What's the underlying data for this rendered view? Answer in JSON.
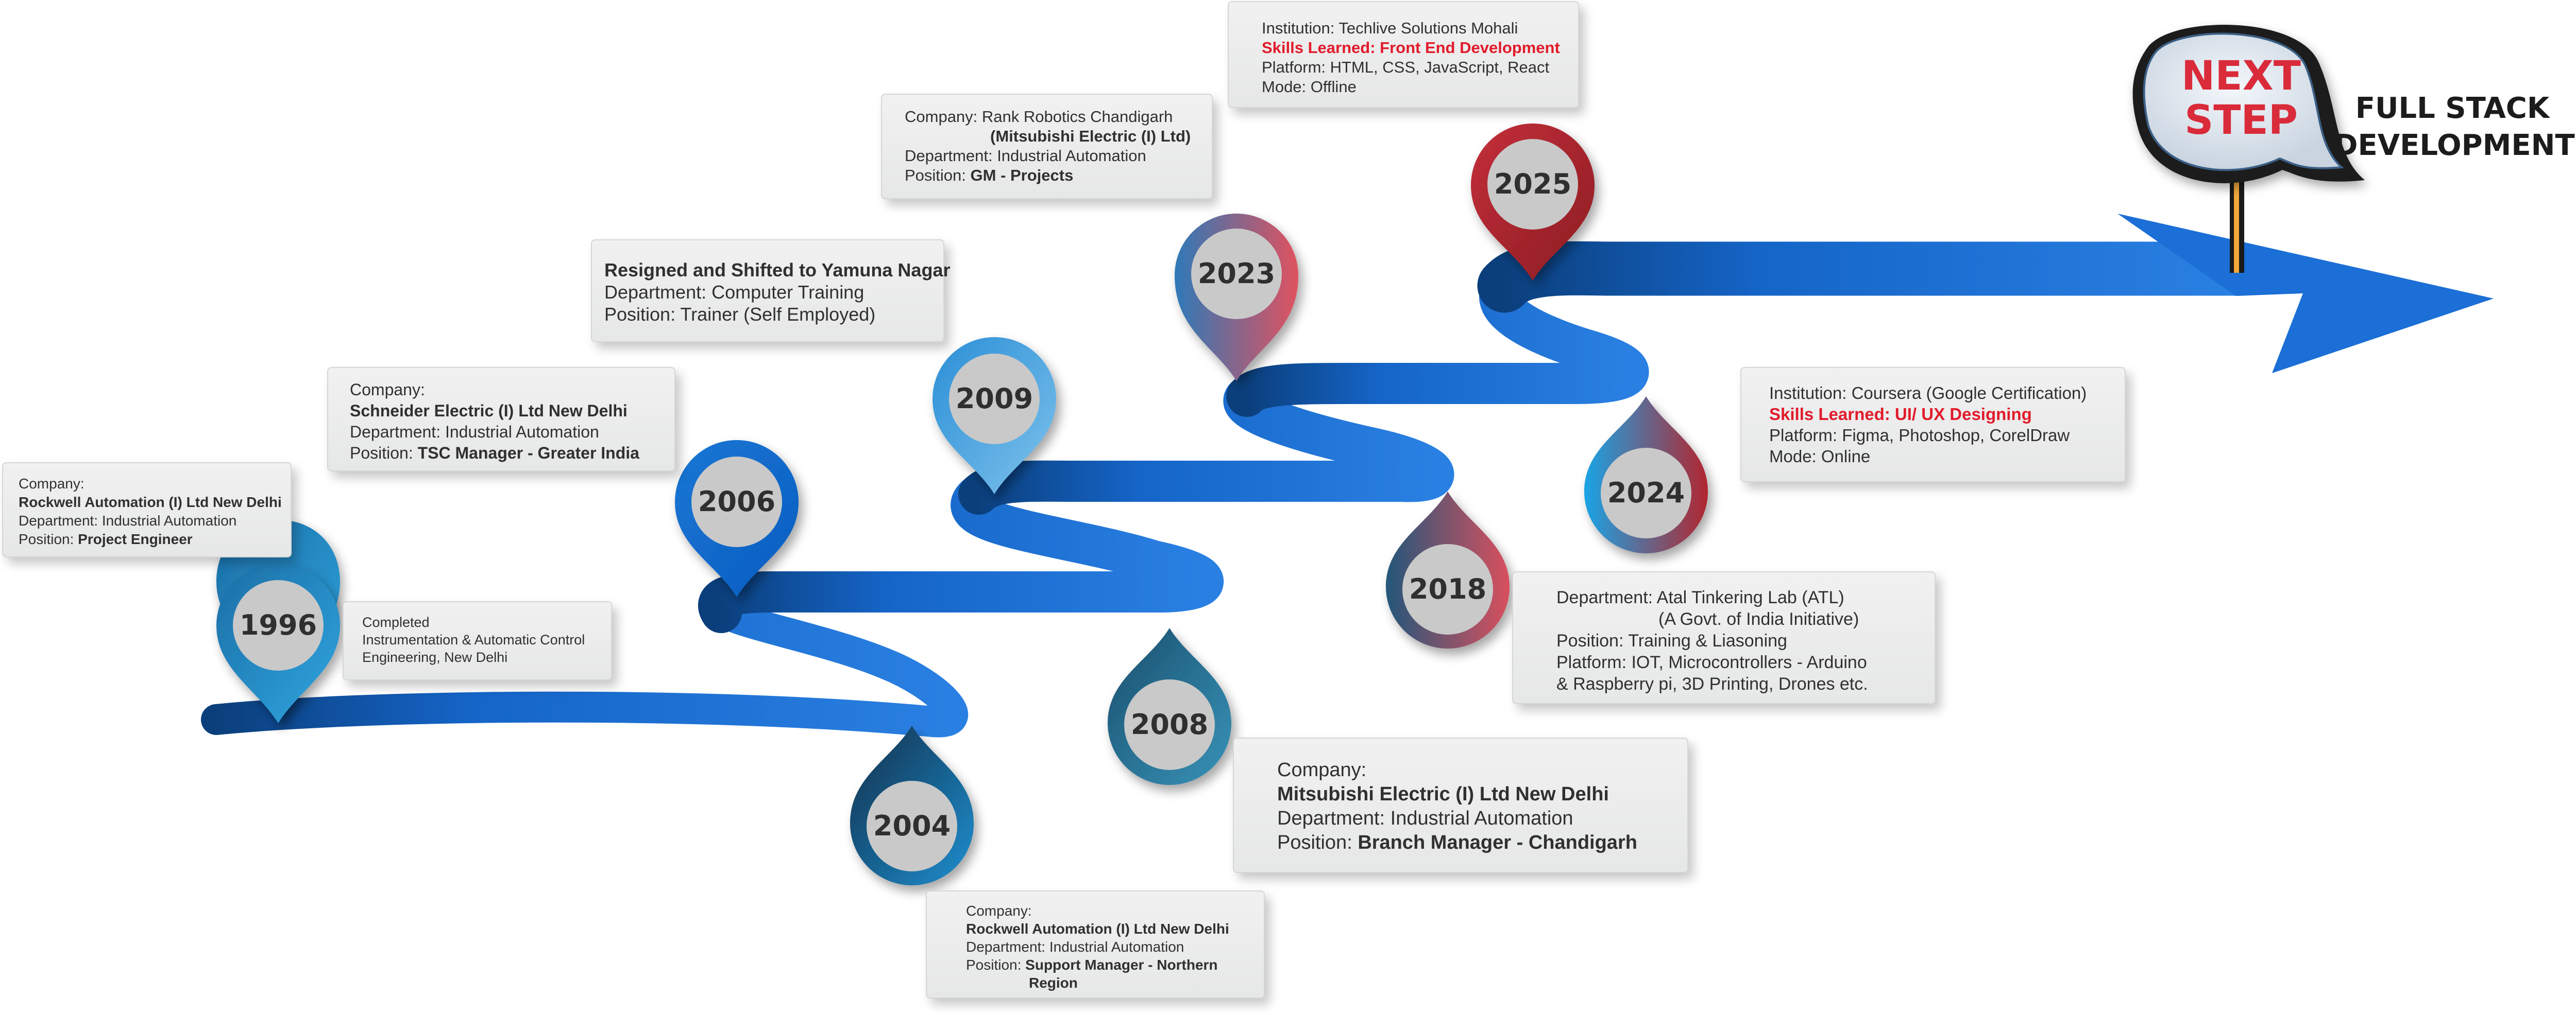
{
  "timeline": {
    "y1996": "1996",
    "y2004": "2004",
    "y2006": "2006",
    "y2008": "2008",
    "y2009": "2009",
    "y2018": "2018",
    "y2023": "2023",
    "y2024": "2024",
    "y2025": "2025"
  },
  "next_step": {
    "line1": "NEXT",
    "line2": "STEP",
    "title1": "FULL STACK",
    "title2": "DEVELOPMENT"
  },
  "cards": {
    "c1996": {
      "l1": "Completed",
      "l2": "Instrumentation & Automatic Control",
      "l3": "Engineering, New Delhi"
    },
    "rockwell_pe": {
      "l1": "Company:",
      "l2": "Rockwell Automation (I) Ltd New Delhi",
      "l3": "Department: Industrial Automation",
      "l4a": "Position: ",
      "l4b": "Project Engineer"
    },
    "rockwell_sm": {
      "l1": "Company:",
      "l2": "Rockwell Automation (I) Ltd New Delhi",
      "l3": "Department: Industrial Automation",
      "l4a": "Position: ",
      "l4b": "Support Manager - Northern",
      "l5": "Region"
    },
    "schneider": {
      "l1": "Company:",
      "l2": "Schneider Electric (I) Ltd New Delhi",
      "l3": "Department: Industrial Automation",
      "l4a": "Position: ",
      "l4b": "TSC Manager - Greater India"
    },
    "mitsubishi_bm": {
      "l1": "Company:",
      "l2": "Mitsubishi Electric (I) Ltd New Delhi",
      "l3": "Department: Industrial Automation",
      "l4a": "Position: ",
      "l4b": "Branch Manager - Chandigarh"
    },
    "yamuna": {
      "l1": "Resigned and Shifted to Yamuna Nagar",
      "l2": "Department: Computer Training",
      "l3": "Position: Trainer (Self Employed)"
    },
    "atl": {
      "l1": "Department: Atal Tinkering Lab (ATL)",
      "l2": "(A Govt. of India Initiative)",
      "l3": "Position: Training & Liasoning",
      "l4": "Platform: IOT, Microcontrollers - Arduino",
      "l5": "& Raspberry pi, 3D Printing, Drones etc."
    },
    "rank": {
      "l1": "Company: Rank Robotics Chandigarh",
      "l2": "(Mitsubishi Electric (I) Ltd)",
      "l3": "Department: Industrial Automation",
      "l4a": "Position: ",
      "l4b": "GM - Projects"
    },
    "coursera": {
      "l1": "Institution: Coursera (Google Certification)",
      "l2": "Skills Learned: UI/ UX Designing",
      "l3": "Platform: Figma, Photoshop, CorelDraw",
      "l4": "Mode: Online"
    },
    "techlive": {
      "l1": "Institution: Techlive Solutions Mohali",
      "l2": "Skills Learned: Front End Development",
      "l3": "Platform: HTML, CSS, JavaScript, React",
      "l4": "Mode: Offline"
    }
  },
  "colors": {
    "road_dark": "#0b3f7c",
    "road_mid": "#1565c8",
    "road_light": "#2a7fe0",
    "accent_red": "#e11b2b",
    "pin_inner": "#c9c9c9"
  }
}
